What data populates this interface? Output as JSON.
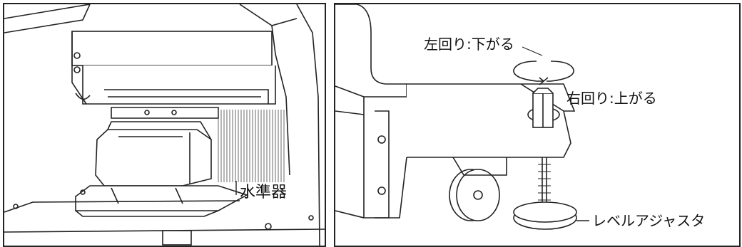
{
  "left_panel": {
    "level_label": "水準器"
  },
  "right_panel": {
    "counterclockwise_label": "左回り:下がる",
    "clockwise_label": "右回り:上がる",
    "adjuster_label": "レベルアジャスタ"
  }
}
